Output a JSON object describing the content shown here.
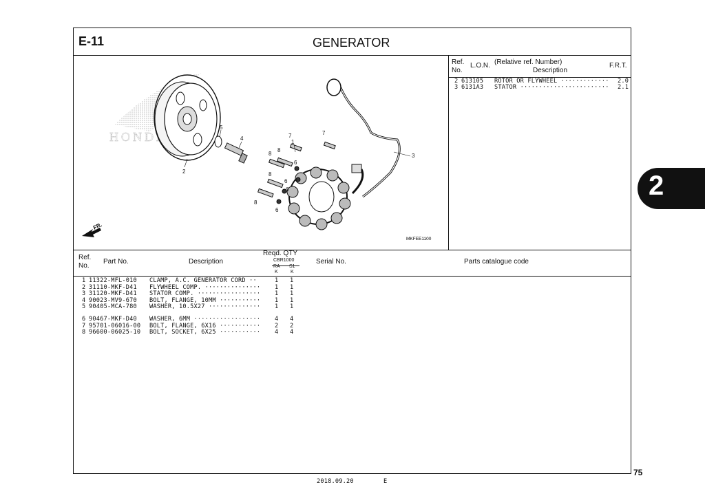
{
  "header": {
    "code": "E-11",
    "title": "GENERATOR"
  },
  "ref_table": {
    "headers": {
      "ref": "Ref.",
      "no": "No.",
      "lon": "L.O.N.",
      "relative": "(Relative ref. Number)",
      "description": "Description",
      "frt": "F.R.T."
    },
    "rows": [
      {
        "ref": "2",
        "lon": "613105",
        "desc": "ROTOR OR FLYWHEEL ·············",
        "frt": "2.0"
      },
      {
        "ref": "3",
        "lon": "6131A3",
        "desc": "STATOR ························",
        "frt": "2.1"
      }
    ]
  },
  "diagram": {
    "code": "MKFEE1100",
    "direction": "FR.",
    "watermark": "HONDA",
    "callouts": [
      "1",
      "2",
      "3",
      "4",
      "5",
      "6",
      "6",
      "6",
      "6",
      "7",
      "7",
      "8",
      "8",
      "8",
      "8"
    ]
  },
  "parts_table": {
    "headers": {
      "ref": "Ref.",
      "no": "No.",
      "part_no": "Part No.",
      "description": "Description",
      "reqd_qty": "Reqd. QTY",
      "model": "CBR1000",
      "col1a": "RA",
      "col1b": "K",
      "col2a": "S1",
      "col2b": "K",
      "serial": "Serial No.",
      "catalogue": "Parts catalogue code"
    },
    "rows": [
      {
        "ref": "1",
        "part": "11322-MFL-010",
        "desc": "CLAMP, A.C. GENERATOR CORD ··",
        "q1": "1",
        "q2": "1"
      },
      {
        "ref": "2",
        "part": "31110-MKF-D41",
        "desc": "FLYWHEEL COMP. ···············",
        "q1": "1",
        "q2": "1"
      },
      {
        "ref": "3",
        "part": "31120-MKF-D41",
        "desc": "STATOR COMP. ·················",
        "q1": "1",
        "q2": "1"
      },
      {
        "ref": "4",
        "part": "90023-MV9-670",
        "desc": "BOLT, FLANGE, 10MM ···········",
        "q1": "1",
        "q2": "1"
      },
      {
        "ref": "5",
        "part": "90405-MCA-780",
        "desc": "WASHER, 10.5X27 ··············",
        "q1": "1",
        "q2": "1"
      },
      {
        "ref": "6",
        "part": "90467-MKF-D40",
        "desc": "WASHER, 6MM ··················",
        "q1": "4",
        "q2": "4"
      },
      {
        "ref": "7",
        "part": "95701-06016-00",
        "desc": "BOLT, FLANGE, 6X16 ···········",
        "q1": "2",
        "q2": "2"
      },
      {
        "ref": "8",
        "part": "96600-06025-10",
        "desc": "BOLT, SOCKET, 6X25 ···········",
        "q1": "4",
        "q2": "4"
      }
    ]
  },
  "side_tab": "2",
  "page_number": "75",
  "footer": {
    "date": "2018.09.20",
    "lang": "E"
  }
}
